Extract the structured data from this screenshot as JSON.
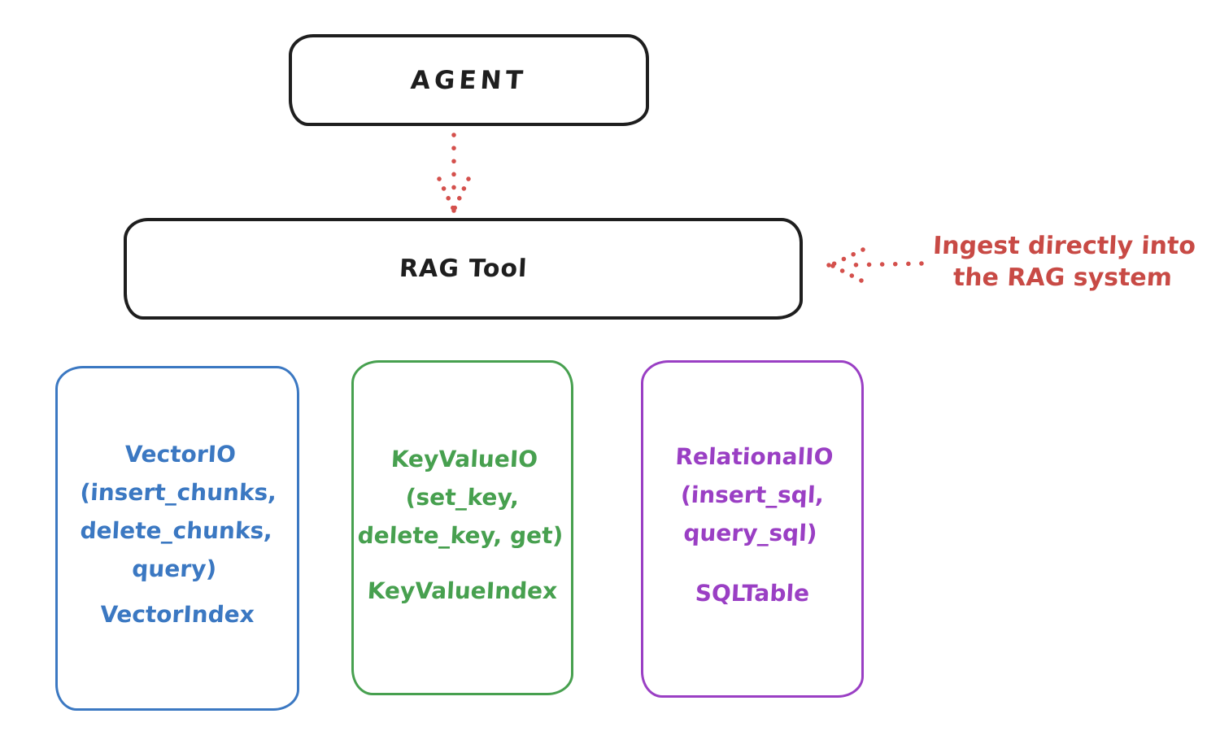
{
  "canvas": {
    "background": "#ffffff"
  },
  "diagram": {
    "nodes": {
      "agent": {
        "label": "AGENT",
        "stroke_color": "#1e1e1e"
      },
      "rag_tool": {
        "label": "RAG Tool",
        "stroke_color": "#1e1e1e"
      },
      "vector_io": {
        "body": "VectorIO\n(insert_chunks,\ndelete_chunks,\nquery)",
        "index_label": "VectorIndex",
        "color": "#3b78c2"
      },
      "key_value_io": {
        "body": "KeyValueIO\n(set_key,\ndelete_key, get)",
        "index_label": "KeyValueIndex",
        "color": "#47a04f"
      },
      "relational_io": {
        "body": "RelationalIO\n(insert_sql,\nquery_sql)",
        "index_label": "SQLTable",
        "color": "#9a3fc4"
      }
    },
    "arrows": {
      "agent_to_rag": {
        "style": "dotted",
        "direction": "down",
        "color": "#d4504c"
      },
      "annotation_to_rag": {
        "style": "dotted",
        "direction": "left",
        "color": "#d4504c"
      }
    },
    "annotation": {
      "text": "Ingest directly into\nthe RAG system",
      "color": "#c84a45"
    }
  }
}
